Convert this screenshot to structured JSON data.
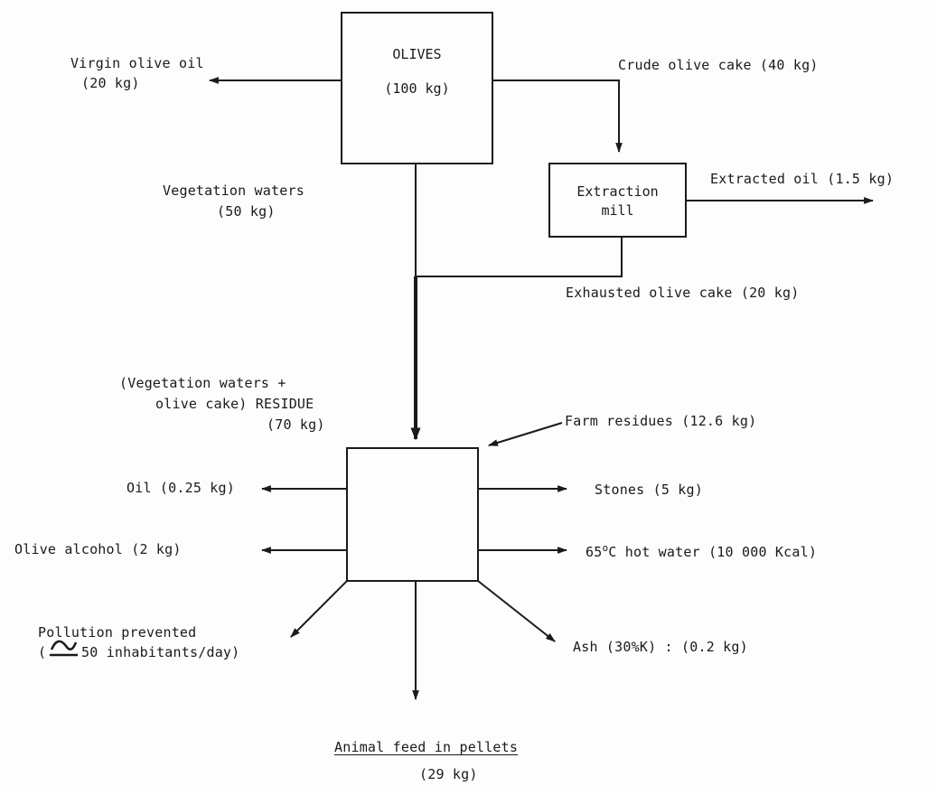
{
  "olives_box": {
    "title": "OLIVES",
    "amount": "(100 kg)"
  },
  "extraction_box": {
    "line1": "Extraction",
    "line2": "mill"
  },
  "virgin_oil": {
    "line1": "Virgin olive oil",
    "line2": "(20 kg)"
  },
  "crude_cake": "Crude olive cake (40 kg)",
  "vegetation_waters": {
    "line1": "Vegetation waters",
    "line2": "(50 kg)"
  },
  "extracted_oil": "Extracted oil (1.5 kg)",
  "exhausted_cake": "Exhausted olive cake (20 kg)",
  "residue": {
    "line1": "(Vegetation waters +",
    "line2": "olive cake) RESIDUE",
    "line3": "(70 kg)"
  },
  "farm_residues": "Farm residues (12.6 kg)",
  "oil": "Oil (0.25 kg)",
  "stones": "Stones (5 kg)",
  "olive_alcohol": "Olive alcohol (2 kg)",
  "hot_water": {
    "prefix": "65",
    "degree": "o",
    "rest": "C hot water (10 000 Kcal)"
  },
  "pollution": {
    "line1": "Pollution prevented",
    "open": "(",
    "rest": "50 inhabitants/day)"
  },
  "ash": "Ash (30%K) : (0.2 kg)",
  "animal_feed": {
    "line1": "Animal feed in pellets",
    "line2": "(29 kg)"
  }
}
